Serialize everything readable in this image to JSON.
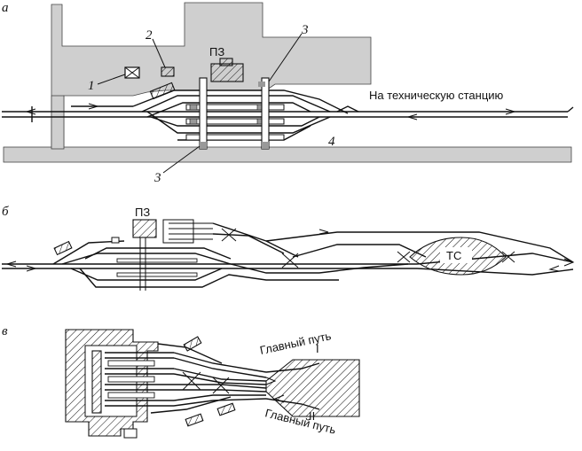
{
  "panel_a": {
    "letter": "а",
    "callout_1": "1",
    "callout_2": "2",
    "callout_3_top": "3",
    "callout_3_bottom": "3",
    "callout_4": "4",
    "pz_label": "ПЗ",
    "tech_station_label": "На техническую станцию"
  },
  "panel_b": {
    "letter": "б",
    "pz_label": "ПЗ",
    "ts_label": "ТС"
  },
  "panel_c": {
    "letter": "в",
    "main_track_top_label": "Главный путь",
    "main_track_top_roman": "I",
    "main_track_bottom_label": "Главный путь",
    "main_track_bottom_roman": "II"
  }
}
